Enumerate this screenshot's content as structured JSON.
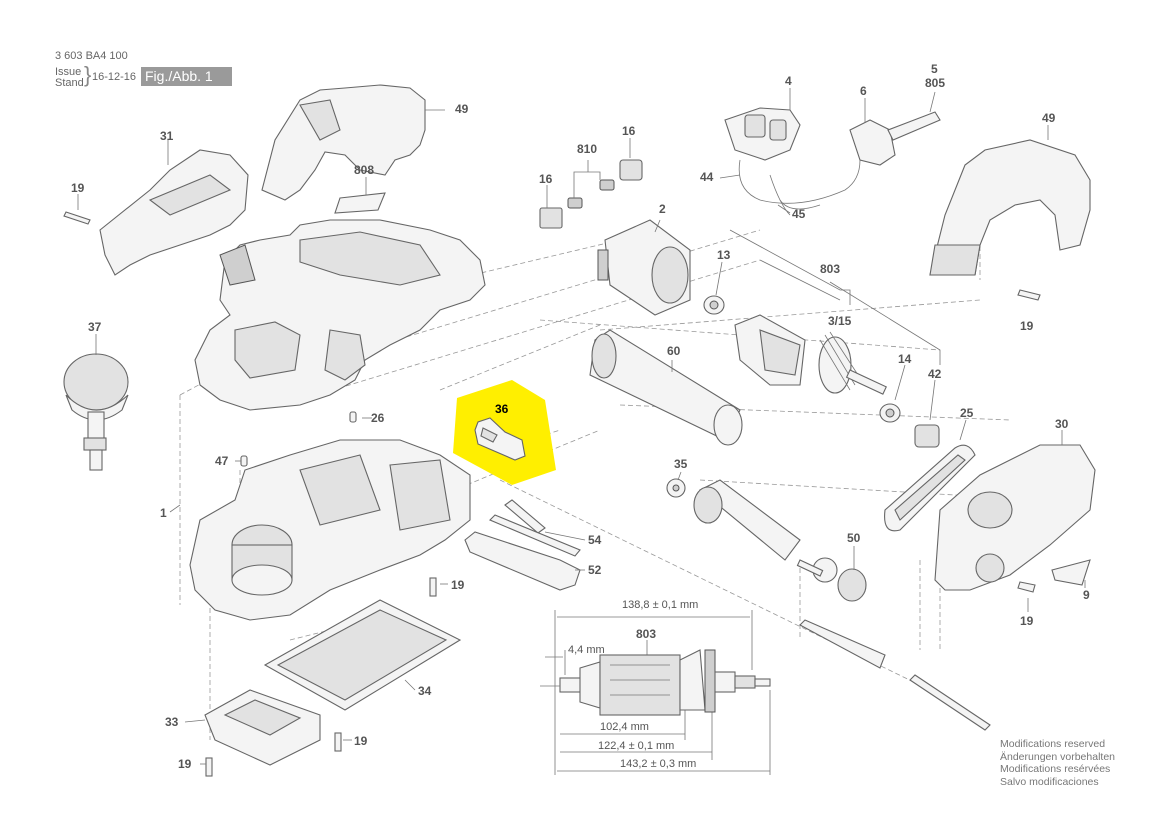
{
  "header": {
    "doc_number": "3 603 BA4 100",
    "issue_label": "Issue",
    "stand_label": "Stand",
    "date": "16-12-16",
    "fig_label": "Fig./Abb. 1"
  },
  "colors": {
    "highlight": "#ffef00",
    "line": "#666666",
    "fig_box": "#9a9a9a"
  },
  "labels": {
    "p49a": "49",
    "p31": "31",
    "p19a": "19",
    "p808": "808",
    "p810": "810",
    "p16a": "16",
    "p16b": "16",
    "p4": "4",
    "p6": "6",
    "p5": "5",
    "p805": "805",
    "p44": "44",
    "p45": "45",
    "p49b": "49",
    "p2": "2",
    "p13": "13",
    "p803a": "803",
    "p315": "3/15",
    "p14": "14",
    "p42": "42",
    "p37": "37",
    "p60": "60",
    "p26": "26",
    "p36": "36",
    "p47": "47",
    "p1": "1",
    "p25": "25",
    "p30": "30",
    "p19b": "19",
    "p35": "35",
    "p54": "54",
    "p52": "52",
    "p50": "50",
    "p19c": "19",
    "p9": "9",
    "p19d": "19",
    "p34": "34",
    "p33": "33",
    "p19e": "19",
    "p19f": "19",
    "p803b": "803"
  },
  "dimensions": {
    "d1": "138,8 ± 0,1 mm",
    "d2": "4,4 mm",
    "d3": "102,4 mm",
    "d4": "122,4 ± 0,1 mm",
    "d5": "143,2 ± 0,3 mm"
  },
  "notes": [
    "Modifications reserved",
    "Änderungen vorbehalten",
    "Modifications resérvées",
    "Salvo modificaciones"
  ]
}
